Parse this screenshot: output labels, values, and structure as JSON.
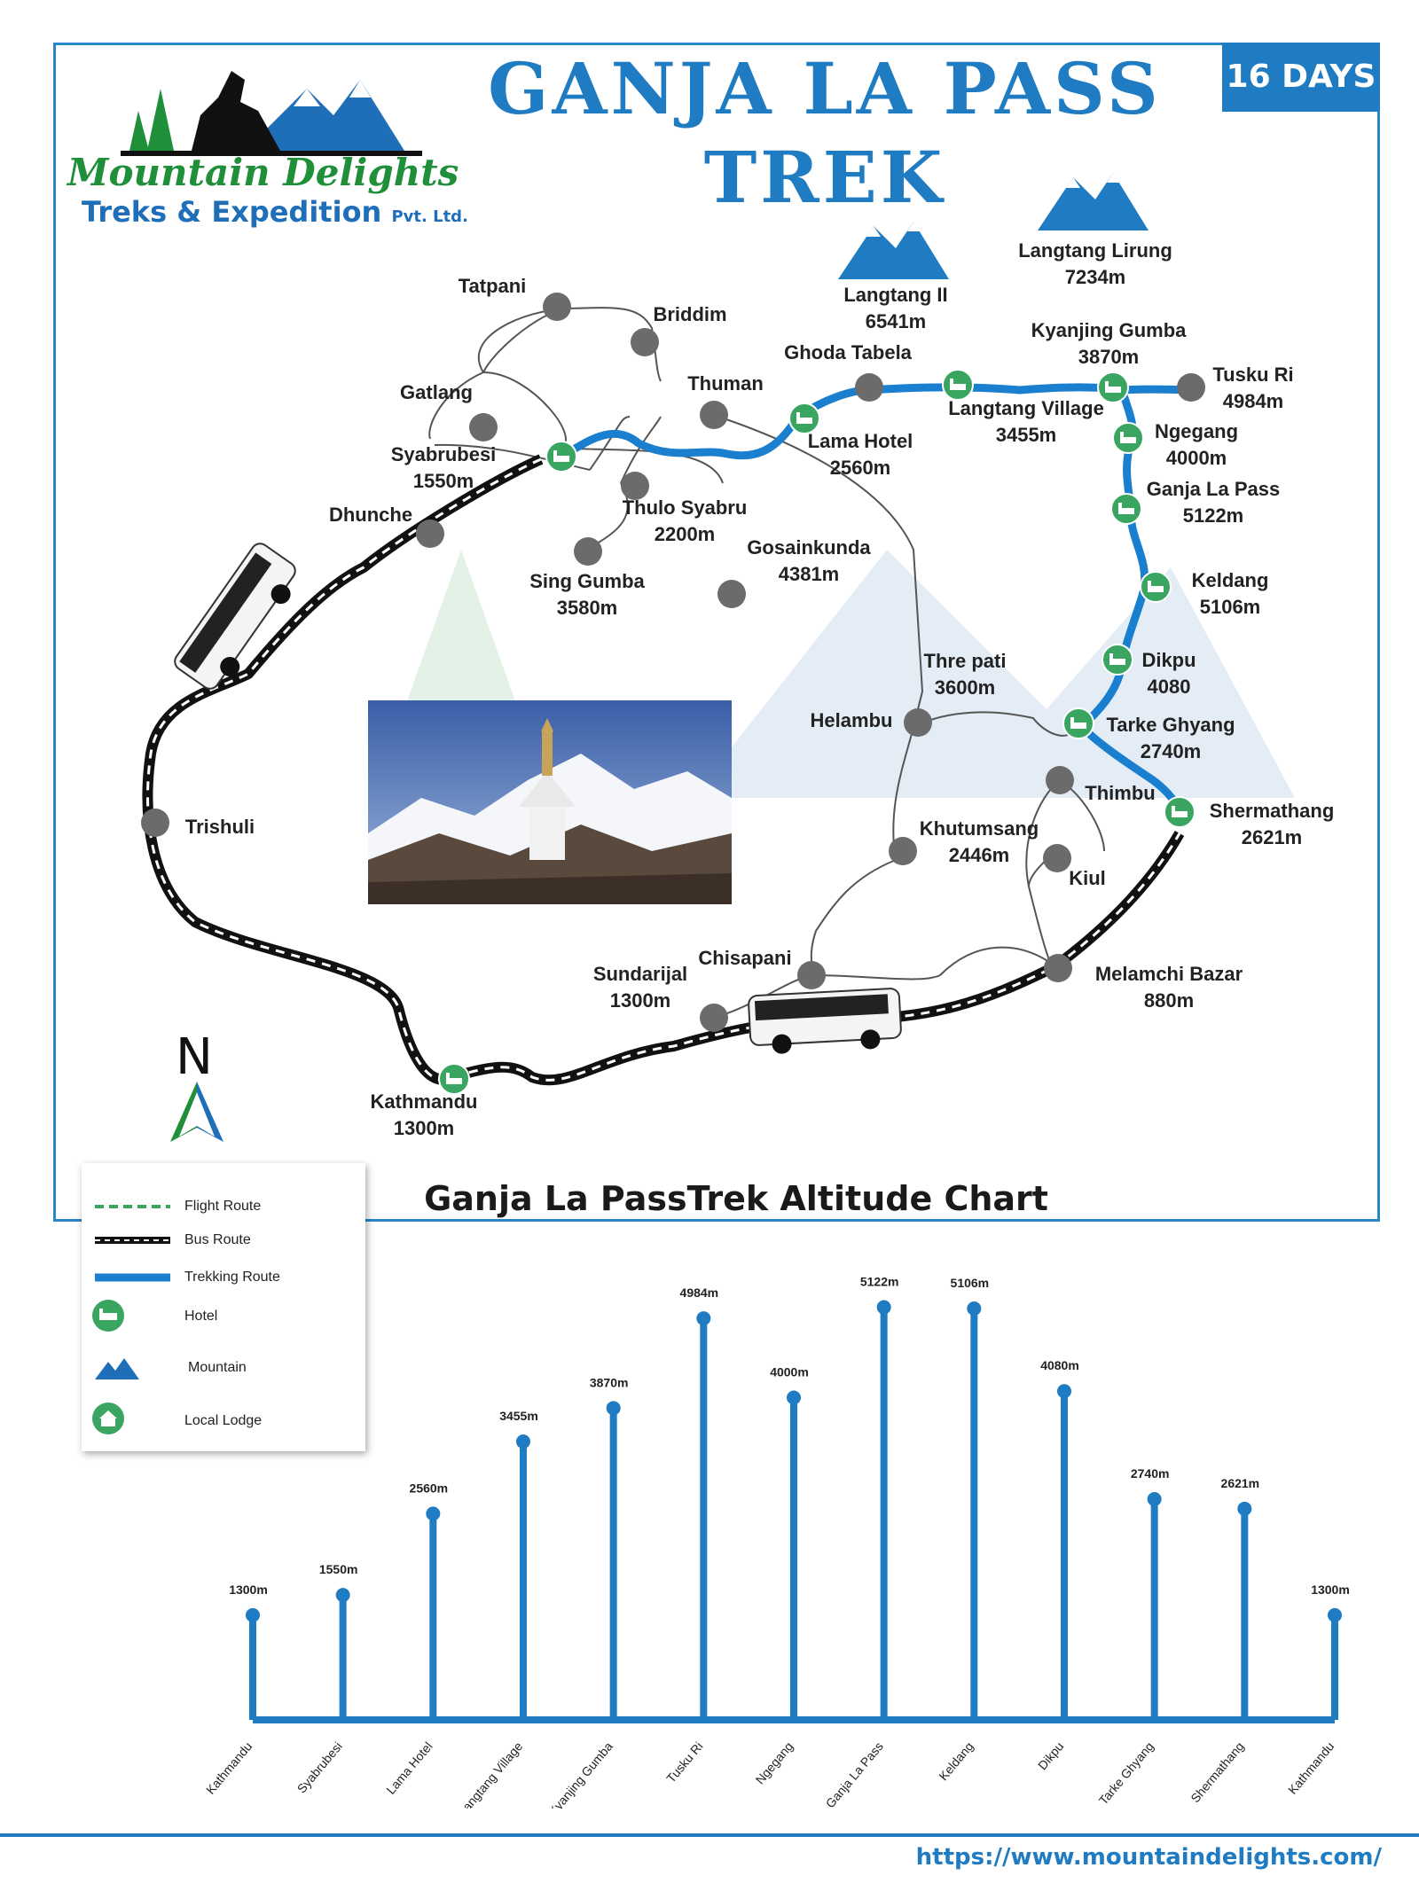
{
  "header": {
    "title_line1": "GANJA LA PASS",
    "title_line2": "TREK",
    "duration_badge": "16 DAYS"
  },
  "brand": {
    "name": "Mountain Delights",
    "subtitle": "Treks & Expedition",
    "suffix": "Pvt. Ltd."
  },
  "map": {
    "mountains": [
      {
        "name": "Langtang II",
        "elevation": "6541m"
      },
      {
        "name": "Langtang Lirung",
        "elevation": "7234m"
      }
    ],
    "places": [
      {
        "name": "Tatpani",
        "elevation": ""
      },
      {
        "name": "Briddim",
        "elevation": ""
      },
      {
        "name": "Thuman",
        "elevation": ""
      },
      {
        "name": "Gatlang",
        "elevation": ""
      },
      {
        "name": "Syabrubesi",
        "elevation": "1550m"
      },
      {
        "name": "Dhunche",
        "elevation": ""
      },
      {
        "name": "Ghoda Tabela",
        "elevation": ""
      },
      {
        "name": "Lama Hotel",
        "elevation": "2560m"
      },
      {
        "name": "Langtang Village",
        "elevation": "3455m"
      },
      {
        "name": "Kyanjing Gumba",
        "elevation": "3870m"
      },
      {
        "name": "Tusku Ri",
        "elevation": "4984m"
      },
      {
        "name": "Ngegang",
        "elevation": "4000m"
      },
      {
        "name": "Ganja La Pass",
        "elevation": "5122m"
      },
      {
        "name": "Keldang",
        "elevation": "5106m"
      },
      {
        "name": "Dikpu",
        "elevation": "4080"
      },
      {
        "name": "Tarke Ghyang",
        "elevation": "2740m"
      },
      {
        "name": "Shermathang",
        "elevation": "2621m"
      },
      {
        "name": "Thulo Syabru",
        "elevation": "2200m"
      },
      {
        "name": "Sing Gumba",
        "elevation": "3580m"
      },
      {
        "name": "Gosainkunda",
        "elevation": "4381m"
      },
      {
        "name": "Thre pati",
        "elevation": "3600m"
      },
      {
        "name": "Helambu",
        "elevation": ""
      },
      {
        "name": "Thimbu",
        "elevation": ""
      },
      {
        "name": "Kiul",
        "elevation": ""
      },
      {
        "name": "Khutumsang",
        "elevation": "2446m"
      },
      {
        "name": "Chisapani",
        "elevation": ""
      },
      {
        "name": "Sundarijal",
        "elevation": "1300m"
      },
      {
        "name": "Melamchi Bazar",
        "elevation": "880m"
      },
      {
        "name": "Trishuli",
        "elevation": ""
      },
      {
        "name": "Kathmandu",
        "elevation": "1300m"
      }
    ],
    "north_label": "N"
  },
  "legend": {
    "items": [
      {
        "label": "Flight Route",
        "icon": "flight-route-icon"
      },
      {
        "label": "Bus Route",
        "icon": "bus-route-icon"
      },
      {
        "label": "Trekking Route",
        "icon": "trekking-route-icon"
      },
      {
        "label": "Hotel",
        "icon": "hotel-icon"
      },
      {
        "label": "Mountain",
        "icon": "mountain-icon"
      },
      {
        "label": "Local Lodge",
        "icon": "lodge-icon"
      }
    ]
  },
  "chart_data": {
    "type": "bar",
    "title": "Ganja La PassTrek  Altitude Chart",
    "categories": [
      "Kathmandu",
      "Syabrubesi",
      "Lama Hotel",
      "Langtang Village",
      "Kyanjing Gumba",
      "Tusku Ri",
      "Ngegang",
      "Ganja La Pass",
      "Keldang",
      "Dikpu",
      "Tarke Ghyang",
      "Shermathang",
      "Kathmandu"
    ],
    "values": [
      1300,
      1550,
      2560,
      3455,
      3870,
      4984,
      4000,
      5122,
      5106,
      4080,
      2740,
      2621,
      1300
    ],
    "value_labels": [
      "1300m",
      "1550m",
      "2560m",
      "3455m",
      "3870m",
      "4984m",
      "4000m",
      "5122m",
      "5106m",
      "4080m",
      "2740m",
      "2621m",
      "1300m"
    ],
    "xlabel": "",
    "ylabel": "",
    "ylim": [
      0,
      5500
    ],
    "color": "#1f7cc2",
    "grid": false
  },
  "footer": {
    "url": "https://www.mountaindelights.com/"
  },
  "colors": {
    "brand_blue": "#1f7cc2",
    "trek_route": "#1b7fd0",
    "hotel_green": "#3aa561",
    "node_gray": "#6b6b6b"
  }
}
